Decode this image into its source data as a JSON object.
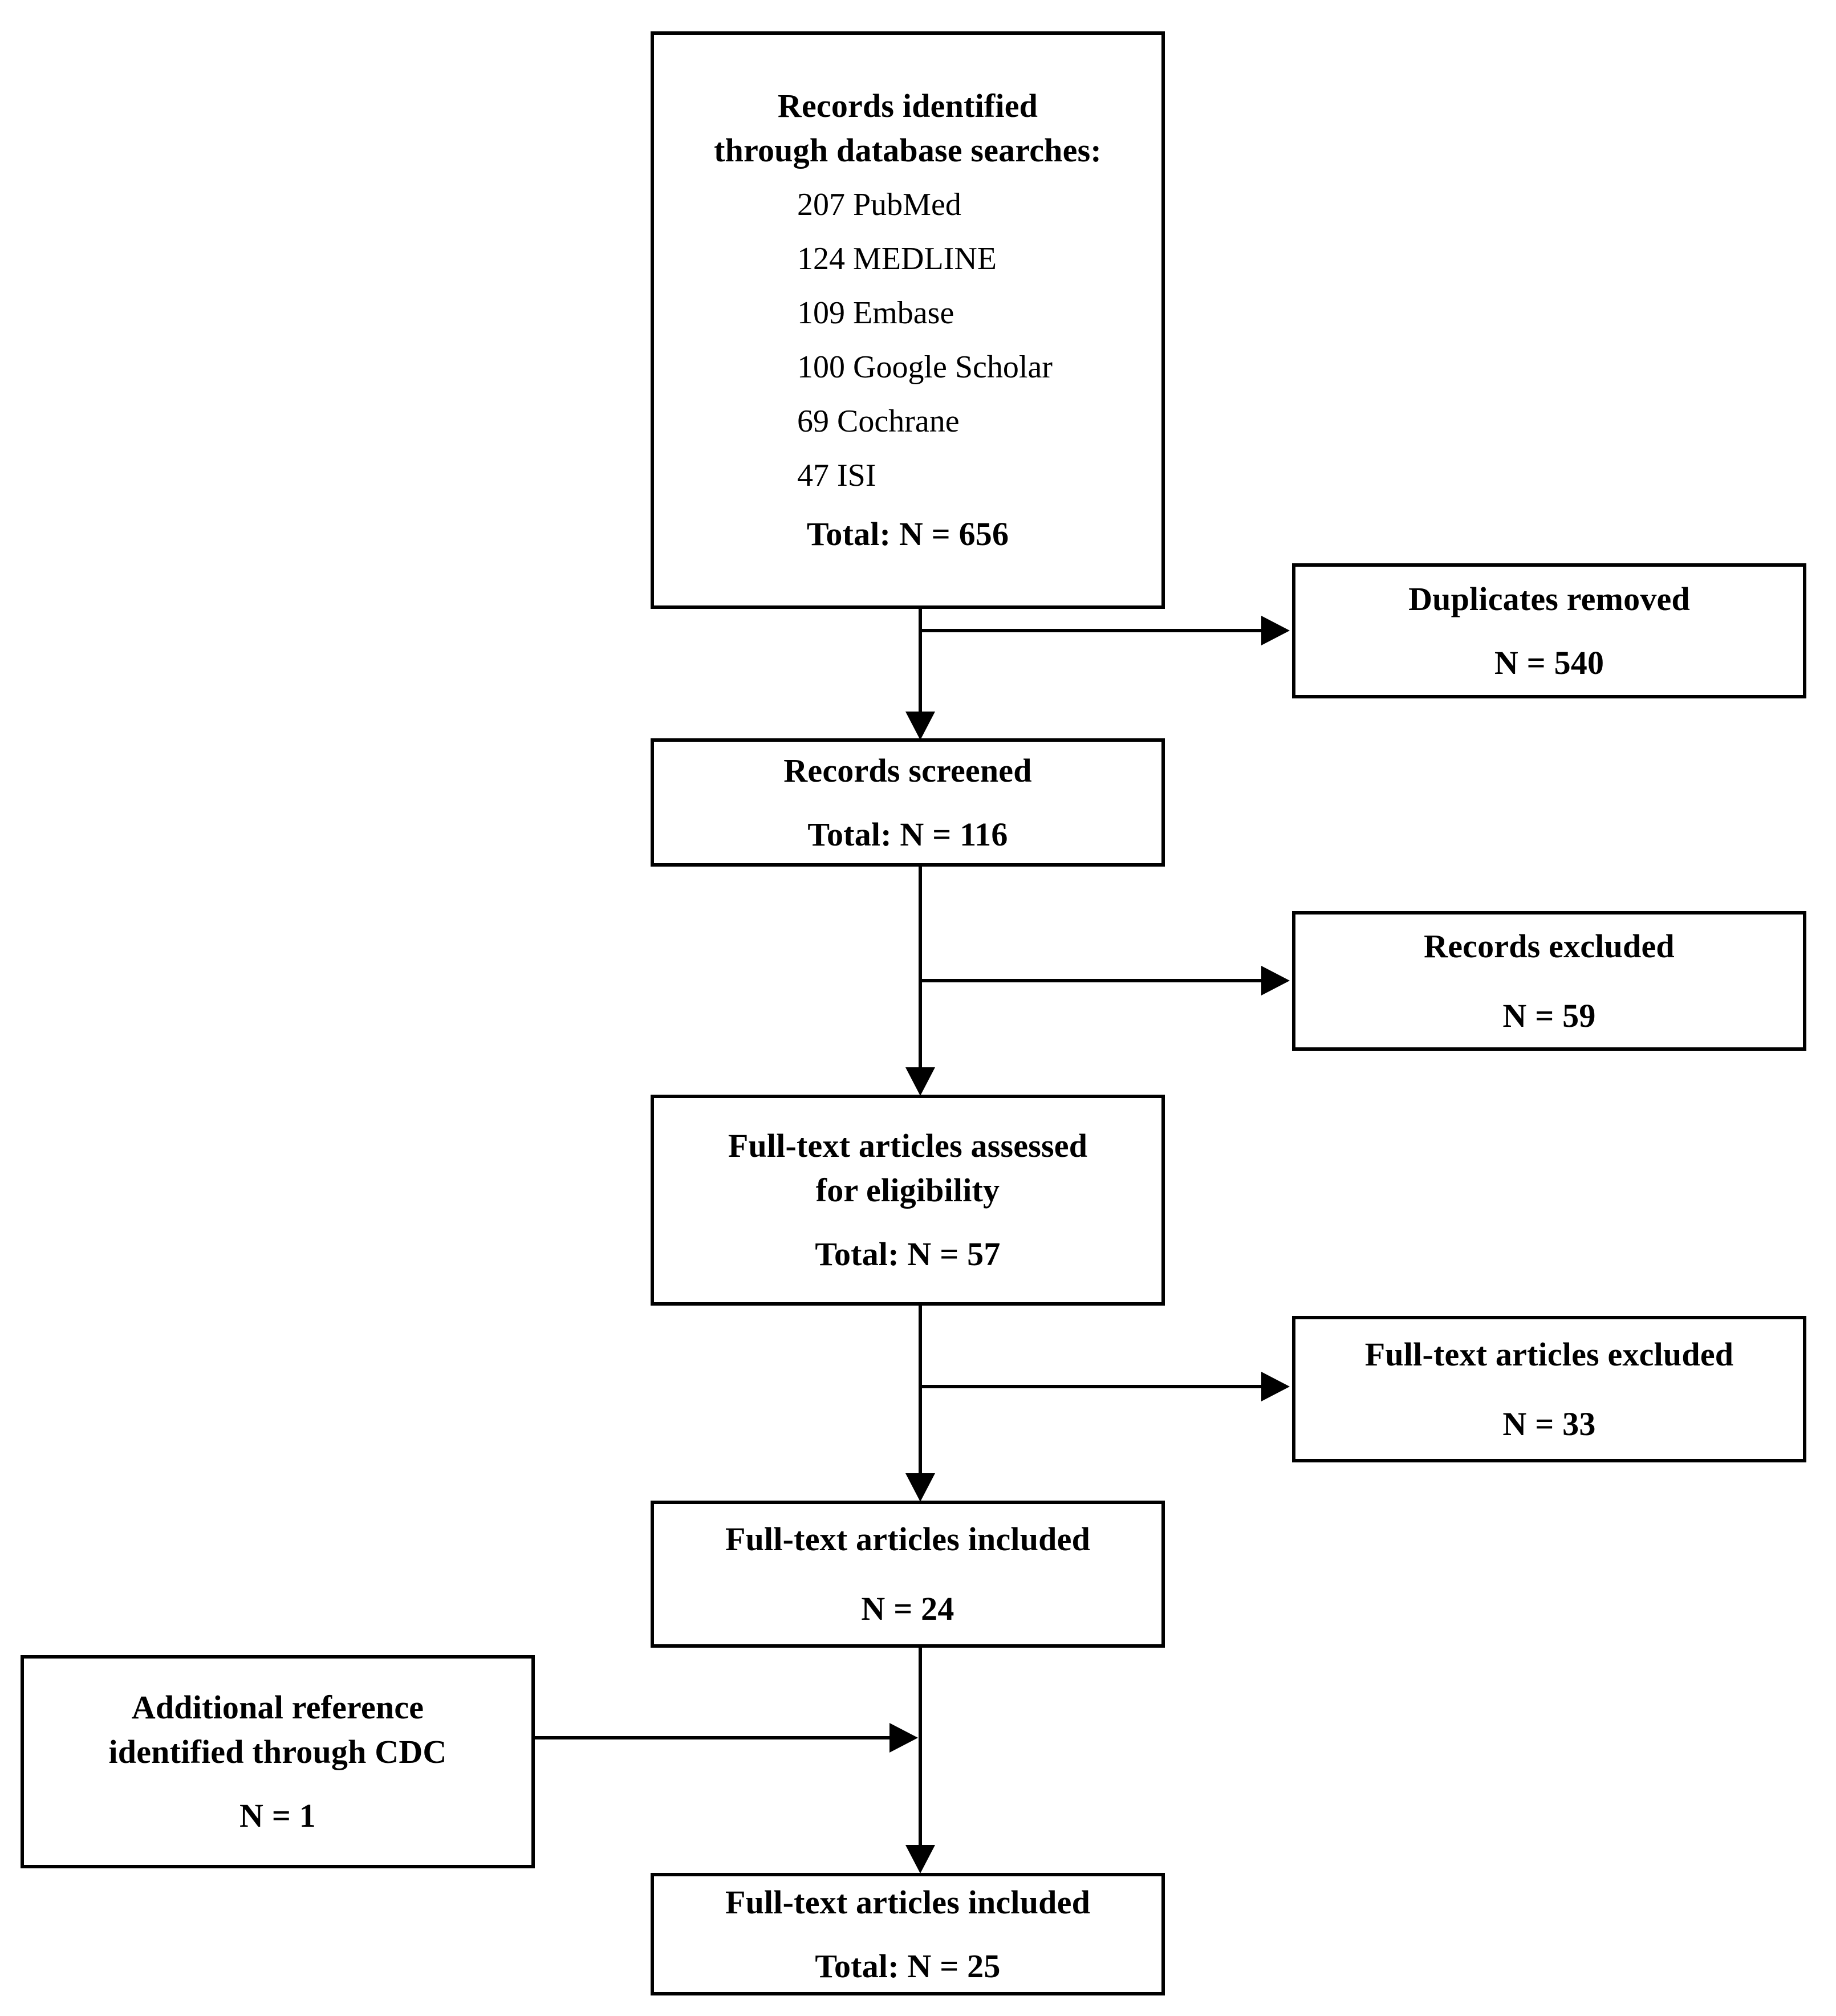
{
  "diagram": {
    "type": "prisma-flow-diagram",
    "title": "PRISMA study selection flow diagram"
  },
  "boxes": {
    "identified": {
      "heading_line1": "Records identified",
      "heading_line2": "through database searches:",
      "sources": [
        "207 PubMed",
        "124 MEDLINE",
        "109 Embase",
        "100 Google Scholar",
        "69 Cochrane",
        "47 ISI"
      ],
      "total": "Total: N = 656"
    },
    "duplicates_removed": {
      "heading": "Duplicates removed",
      "count": "N = 540"
    },
    "screened": {
      "heading": "Records screened",
      "total": "Total: N = 116"
    },
    "records_excluded": {
      "heading": "Records excluded",
      "count": "N = 59"
    },
    "assessed": {
      "heading_line1": "Full-text articles assessed",
      "heading_line2": "for eligibility",
      "total": "Total: N = 57"
    },
    "fulltext_excluded": {
      "heading": "Full-text articles excluded",
      "count": "N = 33"
    },
    "included_db": {
      "heading": "Full-text articles included",
      "count": "N = 24"
    },
    "additional_cdc": {
      "heading_line1": "Additional reference",
      "heading_line2": "identified through CDC",
      "count": "N = 1"
    },
    "included_final": {
      "heading": "Full-text articles included",
      "total": "Total: N = 25"
    }
  },
  "chart_data": {
    "type": "diagram",
    "title": "PRISMA study selection flow",
    "stages": [
      {
        "id": "identified",
        "label": "Records identified through database searches",
        "value": 656,
        "breakdown": [
          {
            "source": "PubMed",
            "value": 207
          },
          {
            "source": "MEDLINE",
            "value": 124
          },
          {
            "source": "Embase",
            "value": 109
          },
          {
            "source": "Google Scholar",
            "value": 100
          },
          {
            "source": "Cochrane",
            "value": 69
          },
          {
            "source": "ISI",
            "value": 47
          }
        ]
      },
      {
        "id": "duplicates_removed",
        "label": "Duplicates removed",
        "value": 540,
        "kind": "exclusion"
      },
      {
        "id": "screened",
        "label": "Records screened",
        "value": 116
      },
      {
        "id": "records_excluded",
        "label": "Records excluded",
        "value": 59,
        "kind": "exclusion"
      },
      {
        "id": "assessed",
        "label": "Full-text articles assessed for eligibility",
        "value": 57
      },
      {
        "id": "fulltext_excluded",
        "label": "Full-text articles excluded",
        "value": 33,
        "kind": "exclusion"
      },
      {
        "id": "included_db",
        "label": "Full-text articles included",
        "value": 24
      },
      {
        "id": "additional_cdc",
        "label": "Additional reference identified through CDC",
        "value": 1,
        "kind": "addition"
      },
      {
        "id": "included_final",
        "label": "Full-text articles included",
        "value": 25
      }
    ],
    "flows": [
      {
        "from": "identified",
        "to": "duplicates_removed",
        "direction": "right"
      },
      {
        "from": "identified",
        "to": "screened",
        "direction": "down"
      },
      {
        "from": "screened",
        "to": "records_excluded",
        "direction": "right"
      },
      {
        "from": "screened",
        "to": "assessed",
        "direction": "down"
      },
      {
        "from": "assessed",
        "to": "fulltext_excluded",
        "direction": "right"
      },
      {
        "from": "assessed",
        "to": "included_db",
        "direction": "down"
      },
      {
        "from": "included_db",
        "to": "included_final",
        "direction": "down"
      },
      {
        "from": "additional_cdc",
        "to": "included_final",
        "direction": "right"
      }
    ],
    "colors": {
      "stroke": "#000000",
      "fill": "#ffffff",
      "text": "#000000"
    }
  }
}
